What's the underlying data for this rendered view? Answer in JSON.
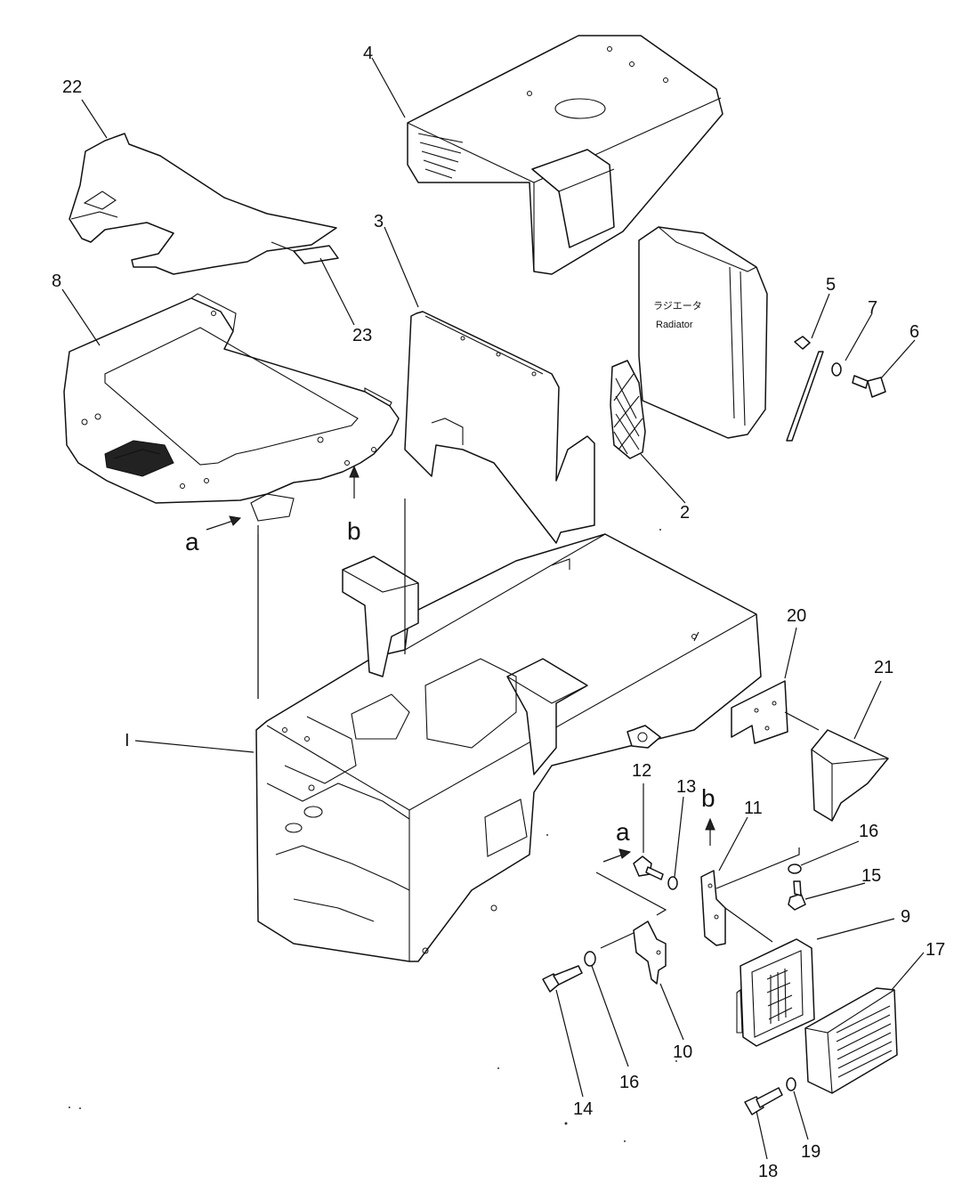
{
  "labels": {
    "p1": "I",
    "p2": "2",
    "p3": "3",
    "p4": "4",
    "p5": "5",
    "p6": "6",
    "p7": "7",
    "p8": "8",
    "p9": "9",
    "p10": "10",
    "p11": "11",
    "p12": "12",
    "p13": "13",
    "p14": "14",
    "p15": "15",
    "p16a": "16",
    "p16b": "16",
    "p17": "17",
    "p18": "18",
    "p19": "19",
    "p20": "20",
    "p21": "21",
    "p22": "22",
    "p23": "23"
  },
  "refs": {
    "a1": "a",
    "a2": "a",
    "b1": "b",
    "b2": "b"
  },
  "radiator": {
    "jp": "ラジエータ",
    "en": "Radiator"
  },
  "colors": {
    "line": "#111111",
    "paper": "#ffffff"
  }
}
